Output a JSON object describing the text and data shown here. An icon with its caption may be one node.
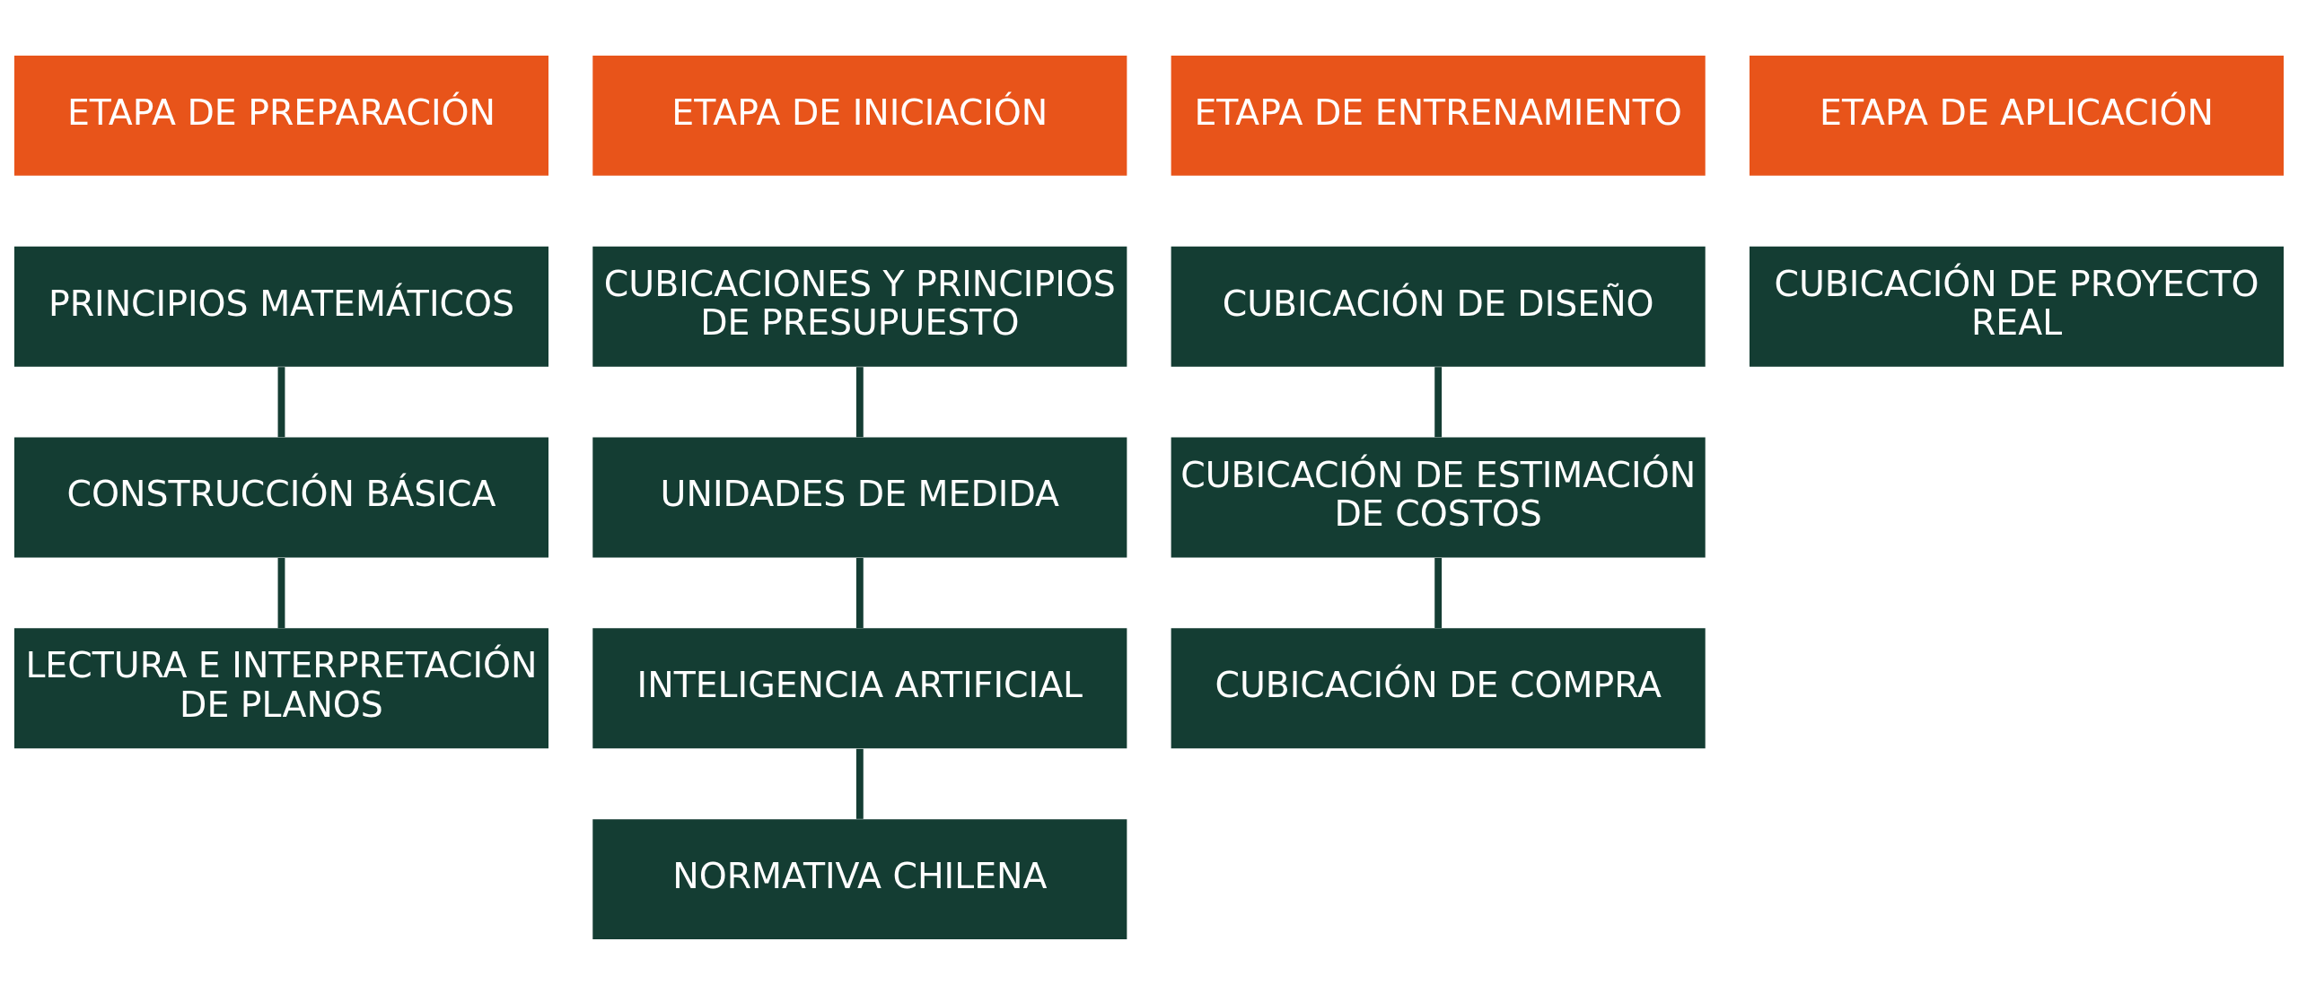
{
  "diagram": {
    "nodes": [
      {
        "text": [
          "ETAPA DE PREPARACIÓN"
        ]
      },
      {
        "text": [
          "ETAPA DE INICIACIÓN"
        ]
      },
      {
        "text": [
          "ETAPA DE ENTRENAMIENTO"
        ]
      },
      {
        "text": [
          "ETAPA DE APLICACIÓN"
        ]
      },
      {
        "text": [
          "PRINCIPIOS MATEMÁTICOS"
        ]
      },
      {
        "text": [
          "CONSTRUCCIÓN BÁSICA"
        ]
      },
      {
        "text": [
          "LECTURA E INTERPRETACIÓN DE PLANOS"
        ]
      },
      {
        "text": [
          "CUBICACIONES Y PRINCIPIOS DE PRESUPUESTO"
        ]
      },
      {
        "text": [
          "UNIDADES DE MEDIDA"
        ]
      },
      {
        "text": [
          "INTELIGENCIA ARTIFICIAL"
        ]
      },
      {
        "text": [
          "NORMATIVA CHILENA"
        ]
      },
      {
        "text": [
          "CUBICACIÓN DE DISEÑO"
        ]
      },
      {
        "text": [
          "CUBICACIÓN DE ESTIMACIÓN DE COSTOS"
        ]
      },
      {
        "text": [
          "CUBICACIÓN DE COMPRA"
        ]
      },
      {
        "text": [
          "CUBICACIÓN DE PROYECTO REAL"
        ]
      }
    ],
    "edges": [
      {
        "from": 4,
        "to": 5,
        "arrow": "none"
      },
      {
        "from": 5,
        "to": 6,
        "arrow": "none"
      },
      {
        "from": 7,
        "to": 8,
        "arrow": "none"
      },
      {
        "from": 8,
        "to": 9,
        "arrow": "none"
      },
      {
        "from": 9,
        "to": 10,
        "arrow": "none"
      },
      {
        "from": 11,
        "to": 12,
        "arrow": "none"
      },
      {
        "from": 12,
        "to": 13,
        "arrow": "none"
      }
    ]
  }
}
